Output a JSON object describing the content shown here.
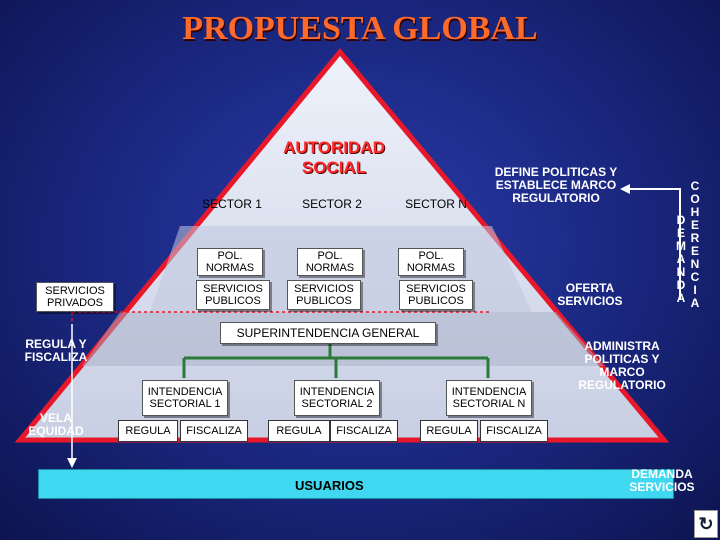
{
  "title": "PROPUESTA GLOBAL",
  "authority": [
    "AUTORIDAD",
    "SOCIAL"
  ],
  "sectors": [
    "SECTOR 1",
    "SECTOR 2",
    "SECTOR N"
  ],
  "pol_normas": [
    "POL. NORMAS",
    "POL. NORMAS",
    "POL. NORMAS"
  ],
  "servicios_publicos": [
    "SERVICIOS PUBLICOS",
    "SERVICIOS PUBLICOS",
    "SERVICIOS PUBLICOS"
  ],
  "servicios_privados": "SERVICIOS PRIVADOS",
  "superintendencia": "SUPERINTENDENCIA GENERAL",
  "left_labels": {
    "regula": "REGULA Y FISCALIZA",
    "vela": "VELA EQUIDAD"
  },
  "intendencias": [
    "INTENDENCIA SECTORIAL 1",
    "INTENDENCIA SECTORIAL 2",
    "INTENDENCIA SECTORIAL N"
  ],
  "regula": "REGULA",
  "fiscaliza": "FISCALIZA",
  "usuarios": "USUARIOS",
  "right_labels": {
    "define": "DEFINE POLITICAS Y ESTABLECE MARCO REGULATORIO",
    "oferta": "OFERTA SERVICIOS",
    "administra": "ADMINISTRA POLITICAS Y MARCO REGULATORIO",
    "demanda": "DEMANDA SERVICIOS"
  },
  "vertical_words": {
    "left": "DEMANDA",
    "right": "COHERENCIA"
  },
  "colors": {
    "title": "#ff6a2a",
    "authority": "#ff2a2a",
    "triangle_edge": "#e8182a",
    "usuarios": "#40d8f0",
    "bands": [
      "#d8e0f2",
      "#bfc7de",
      "#a8aec6"
    ]
  }
}
